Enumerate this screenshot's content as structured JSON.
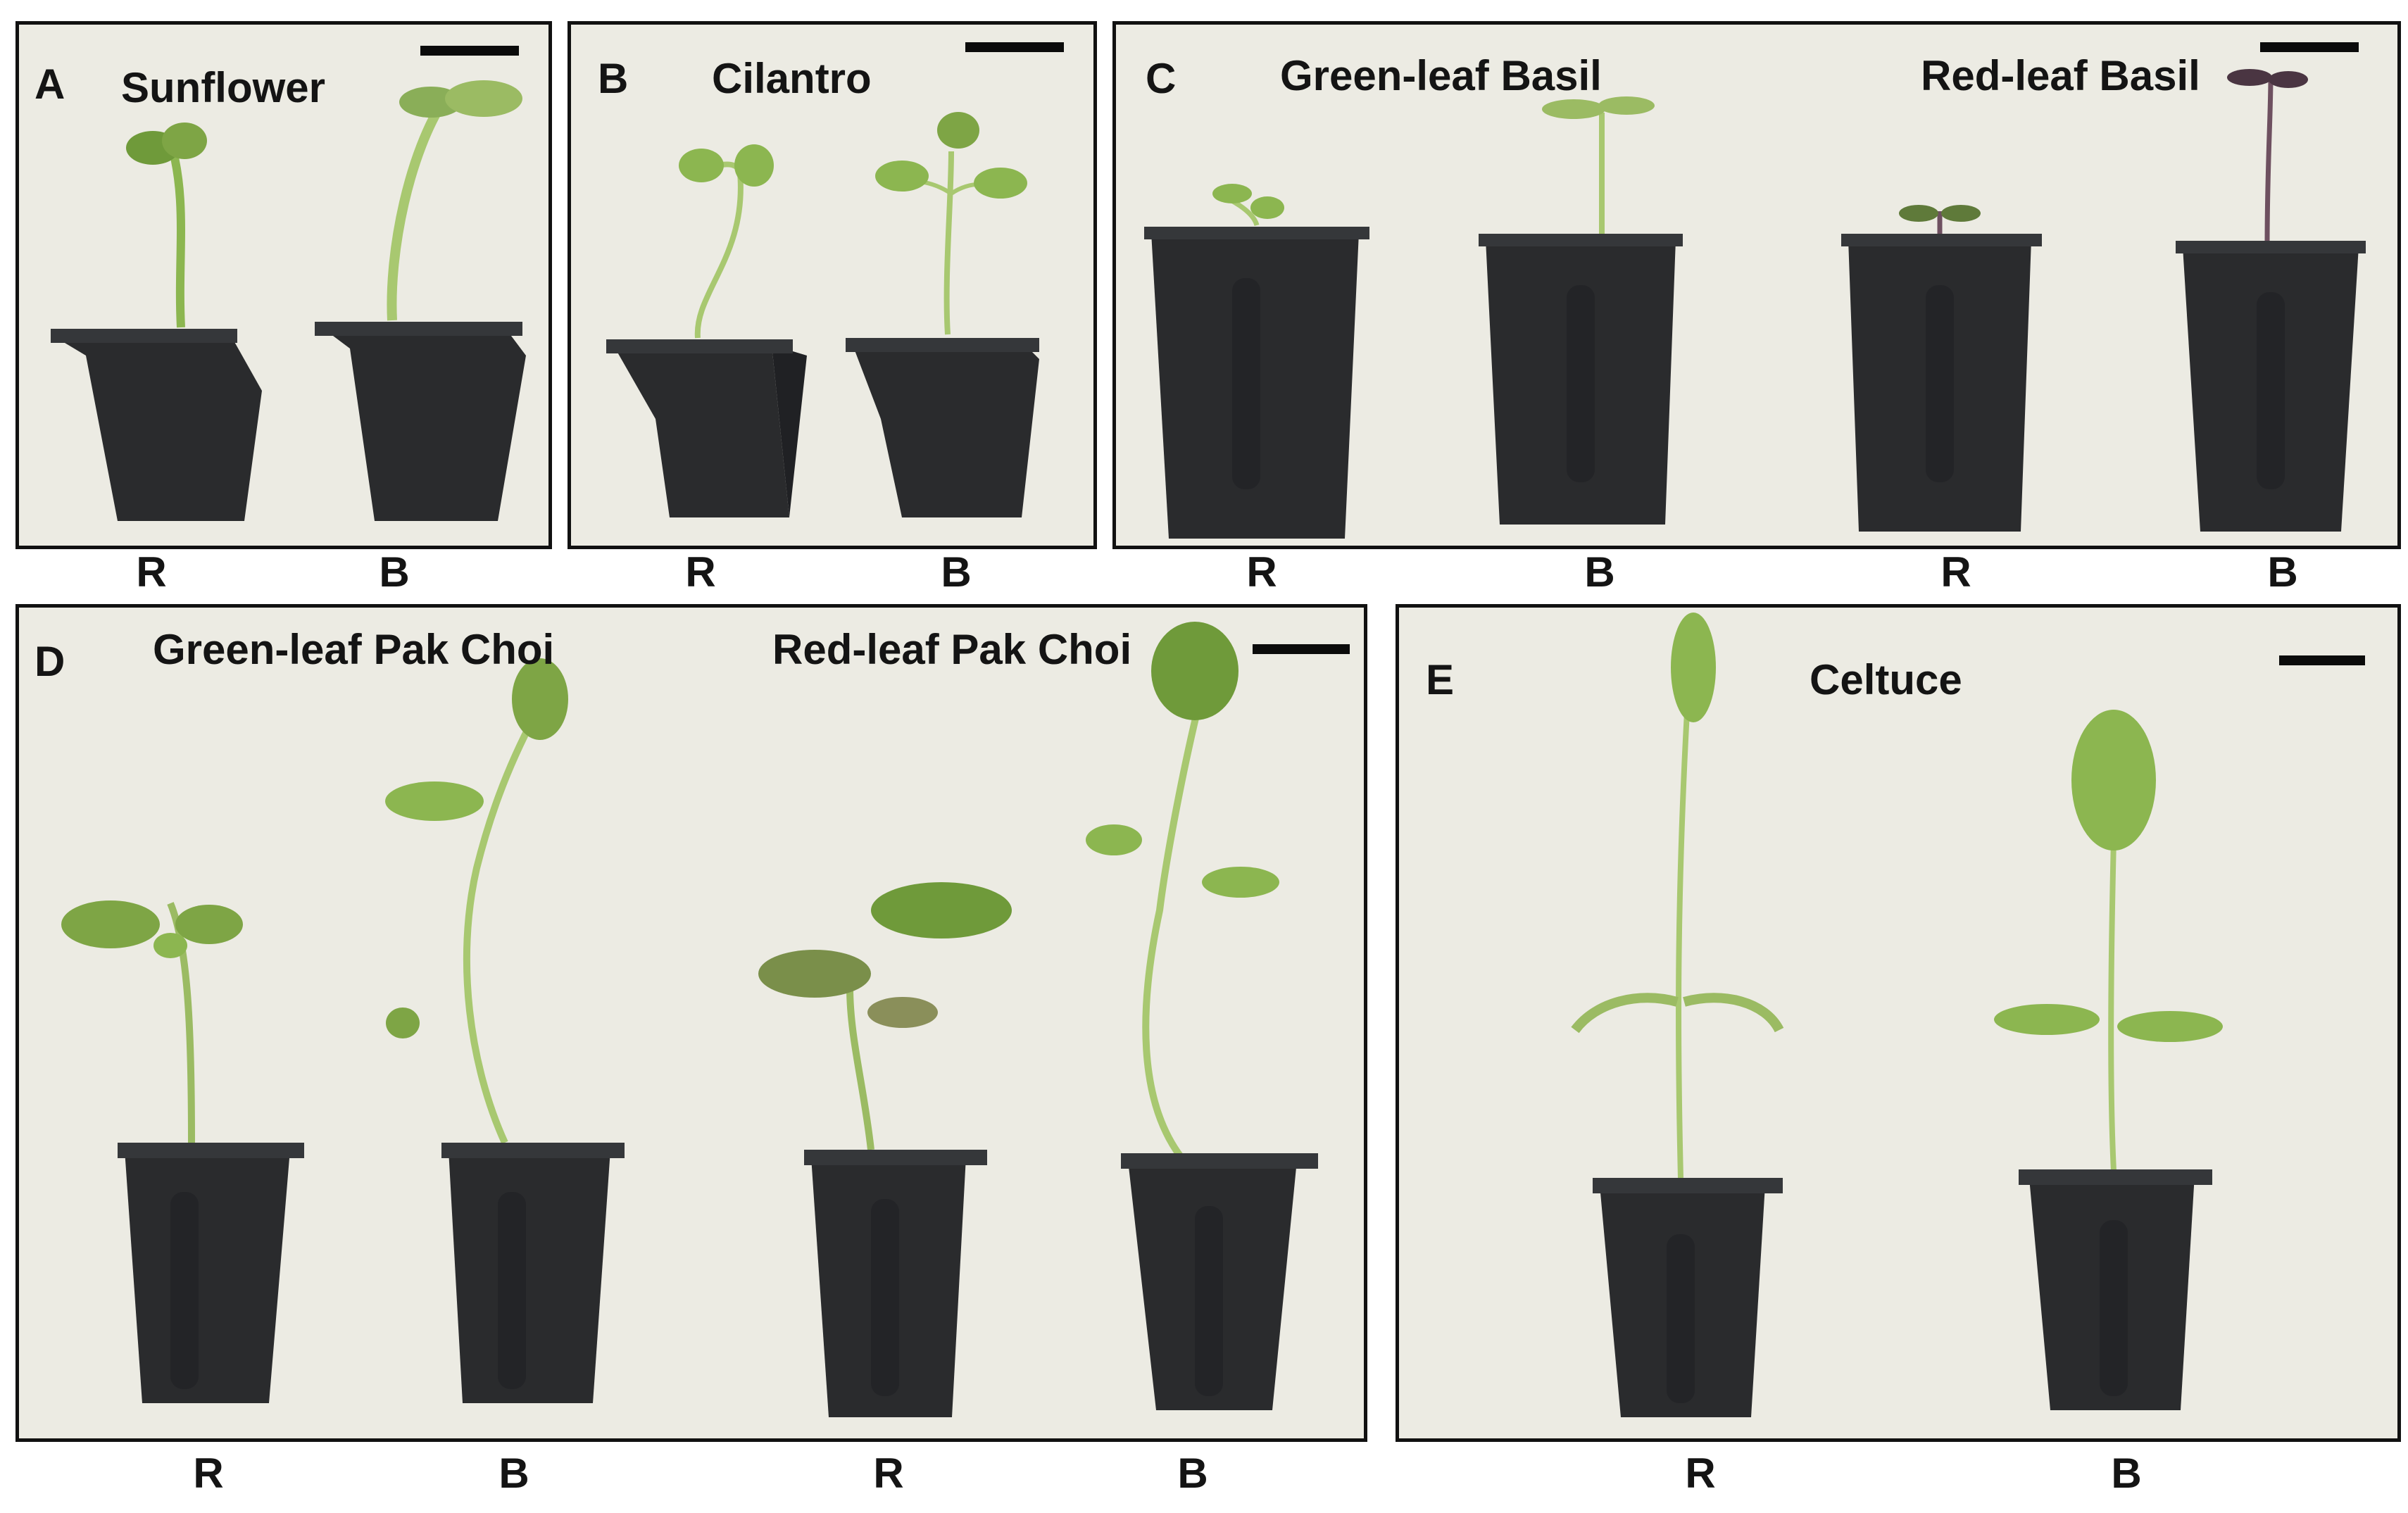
{
  "panels": {
    "a": {
      "label": "A",
      "title": "Sunflower",
      "treatments": [
        "R",
        "B"
      ]
    },
    "b": {
      "label": "B",
      "title": "Cilantro",
      "treatments": [
        "R",
        "B"
      ]
    },
    "c": {
      "label": "C",
      "title_1": "Green-leaf Basil",
      "title_2": "Red-leaf Basil",
      "treatments": [
        "R",
        "B",
        "R",
        "B"
      ]
    },
    "d": {
      "label": "D",
      "title_1": "Green-leaf Pak Choi",
      "title_2": "Red-leaf Pak Choi",
      "treatments": [
        "R",
        "B",
        "R",
        "B"
      ]
    },
    "e": {
      "label": "E",
      "title": "Celtuce",
      "treatments": [
        "R",
        "B"
      ]
    }
  },
  "colors": {
    "background": "#ecebe3",
    "pot": "#2a2b2d",
    "seedling_green": "#8cb650",
    "leaf_dark": "#6f9a3a",
    "red_basil_stem": "#6e5060",
    "border": "#111111"
  }
}
